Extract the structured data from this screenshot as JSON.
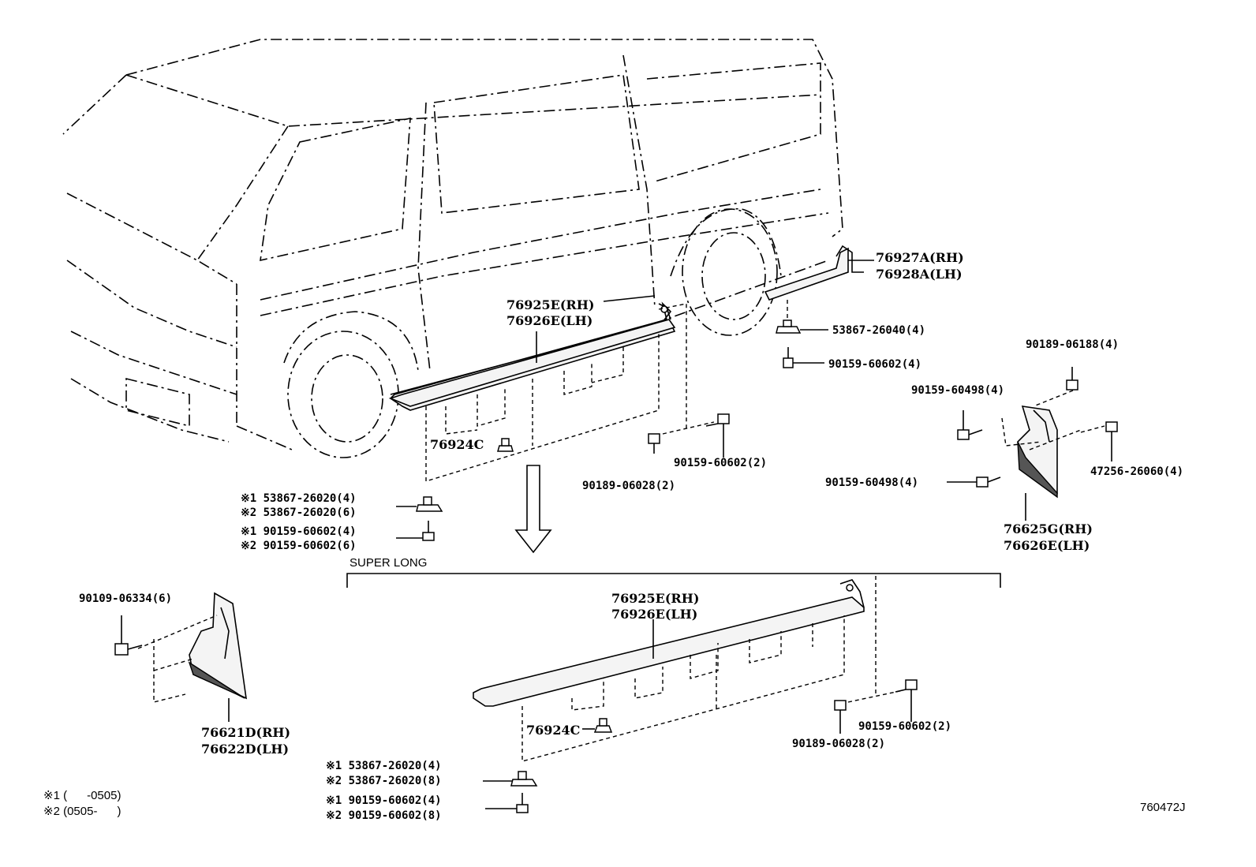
{
  "callouts": {
    "step_rh_1": "76925E(RH)",
    "step_lh_1": "76926E(LH)",
    "rear_step_rh": "76927A(RH)",
    "rear_step_lh": "76928A(LH)",
    "nut_53867_26040": "53867-26040(4)",
    "bolt_90159_60602_4": "90159-60602(4)",
    "bolt_90189_06188": "90189-06188(4)",
    "bolt_90159_60498_a": "90159-60498(4)",
    "bolt_90159_60498_b": "90159-60498(4)",
    "clip_47256_26060": "47256-26060(4)",
    "mudflap_rear_rh": "76625G(RH)",
    "mudflap_rear_lh": "76626E(LH)",
    "clip_76924c_1": "76924C",
    "bolt_90159_60602_2_a": "90159-60602(2)",
    "bolt_90189_06028_2_a": "90189-06028(2)",
    "nut_x1_53867_a": "※1 53867-26020(4)",
    "nut_x2_53867_a": "※2 53867-26020(6)",
    "bolt_x1_90159_a": "※1 90159-60602(4)",
    "bolt_x2_90159_a": "※2 90159-60602(6)",
    "super_long": "SUPER LONG",
    "bolt_90109_06334": "90109-06334(6)",
    "mudflap_front_rh": "76621D(RH)",
    "mudflap_front_lh": "76622D(LH)",
    "step_rh_2": "76925E(RH)",
    "step_lh_2": "76926E(LH)",
    "clip_76924c_2": "76924C",
    "bolt_90159_60602_2_b": "90159-60602(2)",
    "bolt_90189_06028_2_b": "90189-06028(2)",
    "nut_x1_53867_b": "※1 53867-26020(4)",
    "nut_x2_53867_b": "※2 53867-26020(8)",
    "bolt_x1_90159_b": "※1 90159-60602(4)",
    "bolt_x2_90159_b": "※2 90159-60602(8)"
  },
  "notes": {
    "note1": "※1 (      -0505)",
    "note2": "※2 (0505-      )"
  },
  "figure_id": "760472J"
}
